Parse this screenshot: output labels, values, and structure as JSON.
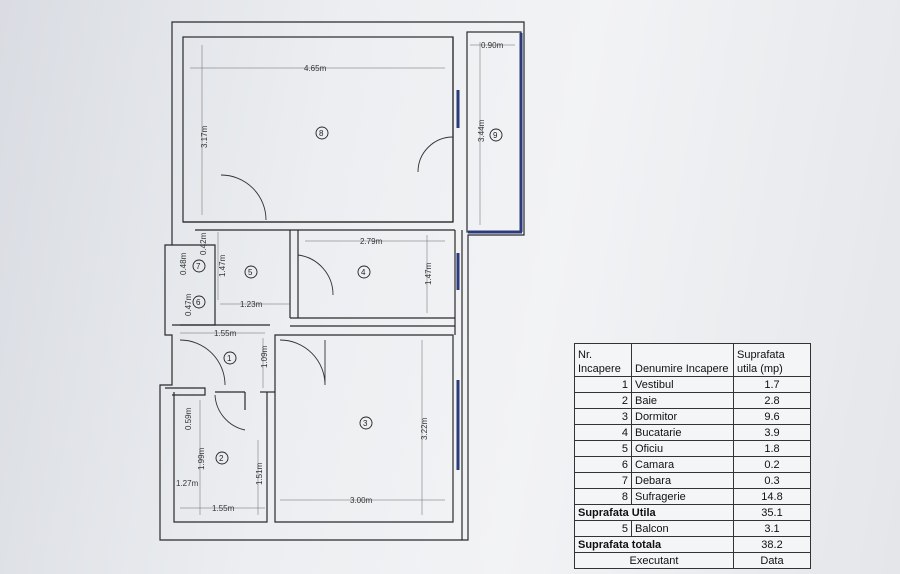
{
  "rooms": [
    {
      "num": "1",
      "name": "Vestibul",
      "area": "1.7"
    },
    {
      "num": "2",
      "name": "Baie",
      "area": "2.8"
    },
    {
      "num": "3",
      "name": "Dormitor",
      "area": "9.6"
    },
    {
      "num": "4",
      "name": "Bucatarie",
      "area": "3.9"
    },
    {
      "num": "5",
      "name": "Oficiu",
      "area": "1.8"
    },
    {
      "num": "6",
      "name": "Camara",
      "area": "0.2"
    },
    {
      "num": "7",
      "name": "Debara",
      "area": "0.3"
    },
    {
      "num": "8",
      "name": "Sufragerie",
      "area": "14.8"
    }
  ],
  "legend": {
    "col_nr": "Nr.\nIncapere",
    "col_name": "Denumire Incapere",
    "col_area": "Suprafata\nutila (mp)",
    "total_util_label": "Suprafata Utila",
    "total_util_value": "35.1",
    "balcon_num": "5",
    "balcon_name": "Balcon",
    "balcon_area": "3.1",
    "total_label": "Suprafata totala",
    "total_value": "38.2",
    "executant_label": "Executant",
    "data_label": "Data"
  },
  "dimensions": {
    "sufragerie_width": "4.65m",
    "sufragerie_height": "3.17m",
    "balcon_width": "0.90m",
    "balcon_length": "3.44m",
    "bucatarie_width": "2.79m",
    "bucatarie_height": "1.47m",
    "oficiu_height": "1.47m",
    "oficiu_width": "1.23m",
    "debara_height": "0.42m",
    "debara_width": "0.48m",
    "camara_width": "0.47m",
    "vestibul_width": "1.55m",
    "vestibul_height": "1.09m",
    "dormitor_height": "3.22m",
    "dormitor_width": "3.00m",
    "baie_top": "0.59m",
    "baie_height": "1.99m",
    "baie_left": "1.27m",
    "baie_right": "1.51m",
    "baie_width": "1.55m"
  },
  "room_markers": {
    "m1": "1",
    "m2": "2",
    "m3": "3",
    "m4": "4",
    "m5": "5",
    "m6": "6",
    "m7": "7",
    "m8": "8",
    "m9": "9"
  }
}
